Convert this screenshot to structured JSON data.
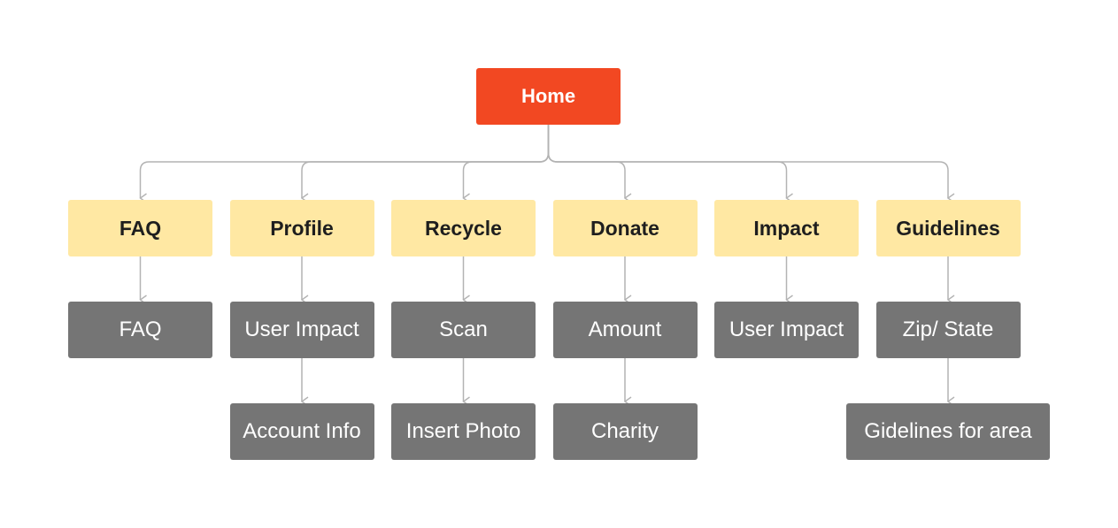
{
  "diagram": {
    "colors": {
      "root": "#f24822",
      "category": "#ffe8a3",
      "leaf": "#757575",
      "connector": "#b3b3b3"
    },
    "root": {
      "label": "Home"
    },
    "categories": [
      {
        "label": "FAQ",
        "children": [
          "FAQ"
        ]
      },
      {
        "label": "Profile",
        "children": [
          "User Impact",
          "Account Info"
        ]
      },
      {
        "label": "Recycle",
        "children": [
          "Scan",
          "Insert Photo"
        ]
      },
      {
        "label": "Donate",
        "children": [
          "Amount",
          "Charity"
        ]
      },
      {
        "label": "Impact",
        "children": [
          "User Impact"
        ]
      },
      {
        "label": "Guidelines",
        "children": [
          "Zip/ State",
          "Gidelines for area"
        ]
      }
    ]
  }
}
